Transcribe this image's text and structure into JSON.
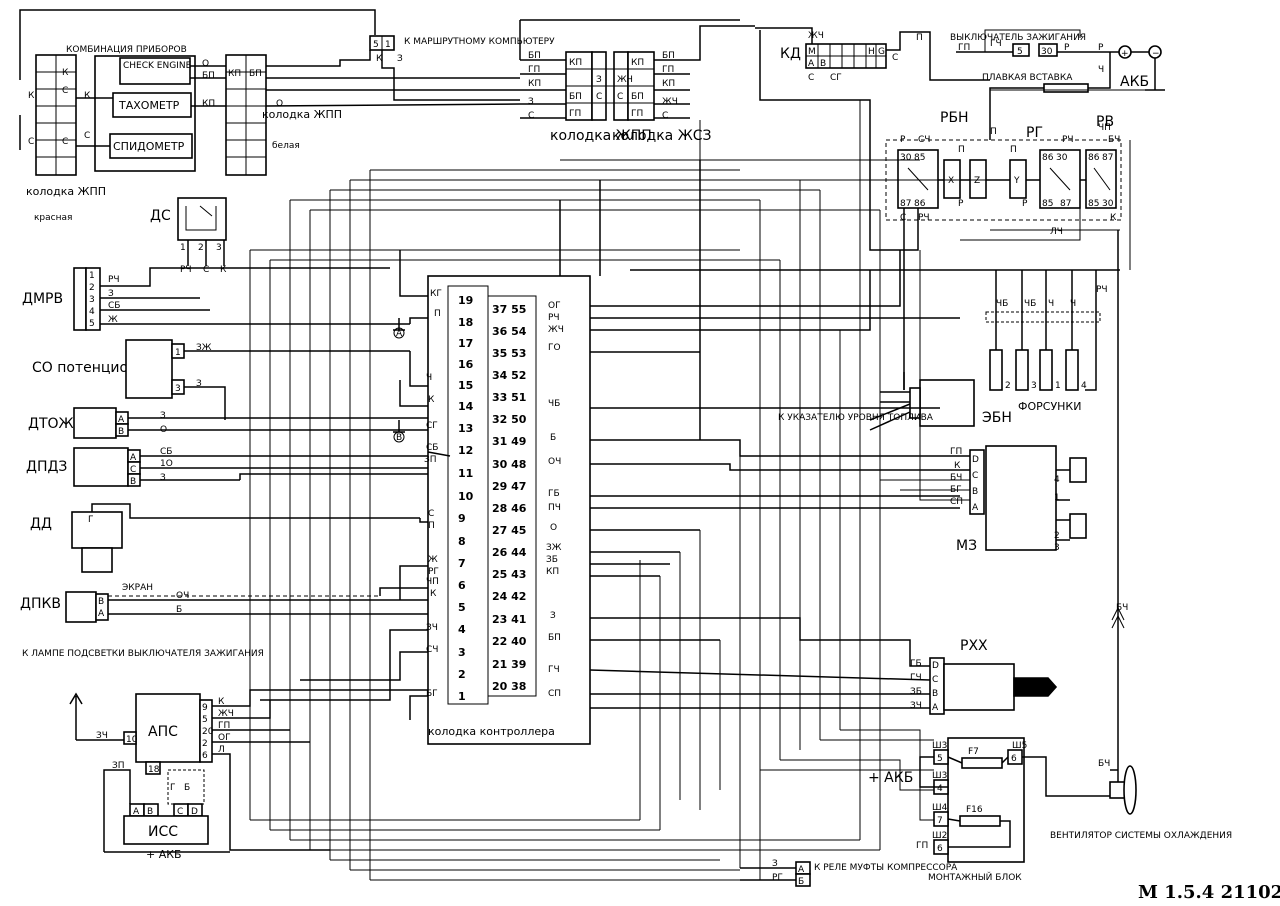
{
  "model_label": "M 1.5.4 21102",
  "top": {
    "cluster_title": "КОМБИНАЦИЯ ПРИБОРОВ",
    "check_engine": "CHECK ENGINE",
    "tachometer": "ТАХОМЕТР",
    "speedometer": "СПИДОМЕТР",
    "trip_computer": "К МАРШРУТНОМУ КОМПЬЮТЕРУ",
    "conn_zhpp_red": "колодка ЖПП",
    "conn_red_sub": "красная",
    "conn_zhpp_white": "колодка ЖПП",
    "conn_white_sub": "белая",
    "conn_zhpp_mid": "колодка ЖПП",
    "conn_zhse": "колодка ЖСЗ",
    "kd": "КД",
    "ignition_switch": "ВЫКЛЮЧАТЕЛЬ ЗАЖИГАНИЯ",
    "fuse_link": "ПЛАВКАЯ ВСТАВКА",
    "battery": "АКБ"
  },
  "relays": {
    "rbn": "РБН",
    "rg": "РГ",
    "rv": "РВ"
  },
  "sensors": {
    "ds": "ДС",
    "dmrv": "ДМРВ",
    "co_pot": "СО потенциометр",
    "dtozh": "ДТОЖ",
    "dpdz": "ДПДЗ",
    "dd": "ДД",
    "dpkv": "ДПКВ",
    "screen": "ЭКРАН"
  },
  "controller": {
    "label": "колодка контроллера",
    "pins_left": [
      "19",
      "18",
      "17",
      "16",
      "15",
      "14",
      "13",
      "12",
      "11",
      "10",
      "9",
      "8",
      "7",
      "6",
      "5",
      "4",
      "3",
      "2",
      "1"
    ],
    "pins_right": [
      "37 55",
      "36 54",
      "35 53",
      "34 52",
      "33 51",
      "32 50",
      "31 49",
      "30 48",
      "29 47",
      "28 46",
      "27 45",
      "26 44",
      "25 43",
      "24 42",
      "23 41",
      "22 40",
      "21 39",
      "20 38"
    ]
  },
  "right_side": {
    "injectors": "ФОРСУНКИ",
    "ebn": "ЭБН",
    "fuel_gauge": "К УКАЗАТЕЛЮ УРОВНЯ ТОПЛИВА",
    "mz": "МЗ",
    "rhh": "РХХ",
    "akb_plus": "+ АКБ",
    "fuse_f7": "F7",
    "fuse_f16": "F16",
    "mount_block": "МОНТАЖНЫЙ БЛОК",
    "fan": "ВЕНТИЛЯТОР СИСТЕМЫ ОХЛАЖДЕНИЯ",
    "compressor": "К РЕЛЕ МУФТЫ КОМПРЕССОРА"
  },
  "bottom_left": {
    "aps": "АПС",
    "iss": "ИСС",
    "akb_plus": "+ АКБ",
    "lamp": "К ЛАМПЕ ПОДСВЕТКИ ВЫКЛЮЧАТЕЛЯ ЗАЖИГАНИЯ"
  },
  "wire_codes": {
    "left_cluster": [
      "О",
      "БП",
      "КП",
      "О"
    ],
    "mid_conn": [
      "БП",
      "ГП",
      "КП",
      "З",
      "С"
    ],
    "zhse": [
      "БП",
      "ГП",
      "КП",
      "ЖЧ",
      "С"
    ],
    "dmrv": [
      "РЧ",
      "З",
      "СБ",
      "Ж"
    ],
    "dtozh": [
      "З",
      "О"
    ],
    "dpdz": [
      "СБ",
      "1О",
      "З"
    ],
    "dpkv": [
      "ОЧ",
      "Б"
    ],
    "ctrl_left": [
      "КГ",
      "П",
      "Ч",
      "К",
      "СГ",
      "СБ",
      "ЗП",
      "С",
      "П",
      "Ж",
      "РГ",
      "ЧП",
      "К",
      "ЗЧ",
      "СЧ",
      "БГ"
    ],
    "ctrl_right": [
      "ОГ",
      "РЧ",
      "ЖЧ",
      "ГО",
      "ЧБ",
      "Б",
      "ОЧ",
      "ГБ",
      "ПЧ",
      "О",
      "ЗЖ",
      "ЗБ",
      "КП",
      "З",
      "БП",
      "ГЧ",
      "СП"
    ],
    "mz": [
      "ГП",
      "К",
      "БЧ",
      "БГ",
      "СП"
    ],
    "rhh": [
      "ГБ",
      "ГЧ",
      "ЗБ",
      "ЗЧ"
    ],
    "aps": [
      "К",
      "ЖЧ",
      "ГП",
      "ОГ",
      "Л"
    ],
    "aps_left": [
      "ЗЧ",
      "ЗП"
    ],
    "injectors": [
      "ЧБ",
      "ЧБ",
      "Ч",
      "Ч"
    ],
    "fan": [
      "БЧ",
      "БЧ"
    ],
    "mount": [
      "Ш3",
      "Ш3",
      "Ш5",
      "Ш4",
      "Ш2",
      "ГП"
    ],
    "compressor_wires": [
      "З",
      "РГ"
    ]
  }
}
